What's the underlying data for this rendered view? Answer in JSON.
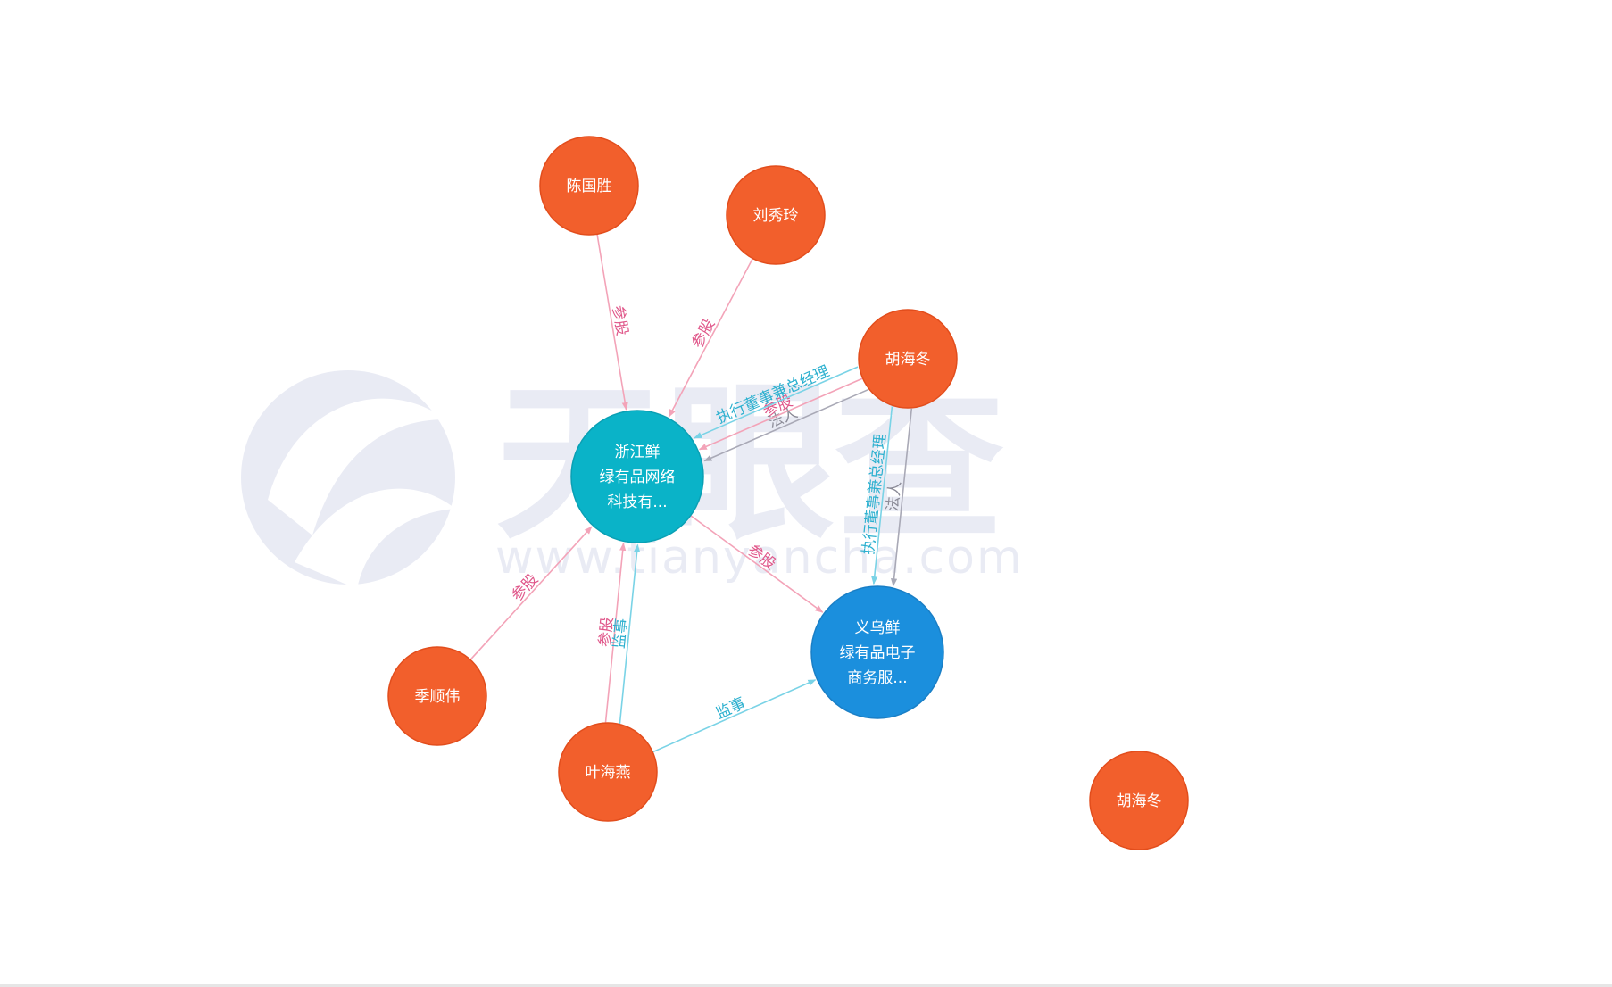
{
  "watermark": {
    "brand": "天眼查",
    "url": "www.tianyancha.com"
  },
  "colors": {
    "person": "#f25f2c",
    "company_primary": "#0ab3c8",
    "company_secondary": "#1b8fdd",
    "edge_share": "#f3a3b8",
    "edge_share_text": "#e0578a",
    "edge_legal": "#a9a9b6",
    "edge_legal_text": "#8a8a96",
    "edge_exec": "#7ad3e6",
    "edge_exec_text": "#2cb0cf",
    "edge_supervisor": "#7ad3e6",
    "edge_supervisor_text": "#2cb0cf",
    "watermark": "#e6e8f3"
  },
  "nodes": [
    {
      "id": "chen",
      "type": "person",
      "lines": [
        "陈国胜"
      ]
    },
    {
      "id": "liu",
      "type": "person",
      "lines": [
        "刘秀玲"
      ]
    },
    {
      "id": "hu1",
      "type": "person",
      "lines": [
        "胡海冬"
      ]
    },
    {
      "id": "zj",
      "type": "company_primary",
      "lines": [
        "浙江鲜",
        "绿有品网络",
        "科技有..."
      ]
    },
    {
      "id": "yw",
      "type": "company_secondary",
      "lines": [
        "义乌鲜",
        "绿有品电子",
        "商务服..."
      ]
    },
    {
      "id": "ji",
      "type": "person",
      "lines": [
        "季顺伟"
      ]
    },
    {
      "id": "ye",
      "type": "person",
      "lines": [
        "叶海燕"
      ]
    },
    {
      "id": "hu2",
      "type": "person",
      "lines": [
        "胡海冬"
      ]
    }
  ],
  "edges": [
    {
      "from": "chen",
      "to": "zj",
      "label": "参股",
      "kind": "share"
    },
    {
      "from": "liu",
      "to": "zj",
      "label": "参股",
      "kind": "share"
    },
    {
      "from": "hu1",
      "to": "zj",
      "label": "法人",
      "kind": "legal"
    },
    {
      "from": "hu1",
      "to": "zj",
      "label": "参股",
      "kind": "share"
    },
    {
      "from": "hu1",
      "to": "zj",
      "label": "执行董事兼总经理",
      "kind": "exec"
    },
    {
      "from": "hu1",
      "to": "yw",
      "label": "法人",
      "kind": "legal"
    },
    {
      "from": "hu1",
      "to": "yw",
      "label": "执行董事兼总经理",
      "kind": "exec"
    },
    {
      "from": "zj",
      "to": "yw",
      "label": "参股",
      "kind": "share"
    },
    {
      "from": "ji",
      "to": "zj",
      "label": "参股",
      "kind": "share"
    },
    {
      "from": "ye",
      "to": "zj",
      "label": "参股",
      "kind": "share"
    },
    {
      "from": "ye",
      "to": "zj",
      "label": "监事",
      "kind": "supervisor"
    },
    {
      "from": "ye",
      "to": "yw",
      "label": "监事",
      "kind": "supervisor"
    }
  ]
}
